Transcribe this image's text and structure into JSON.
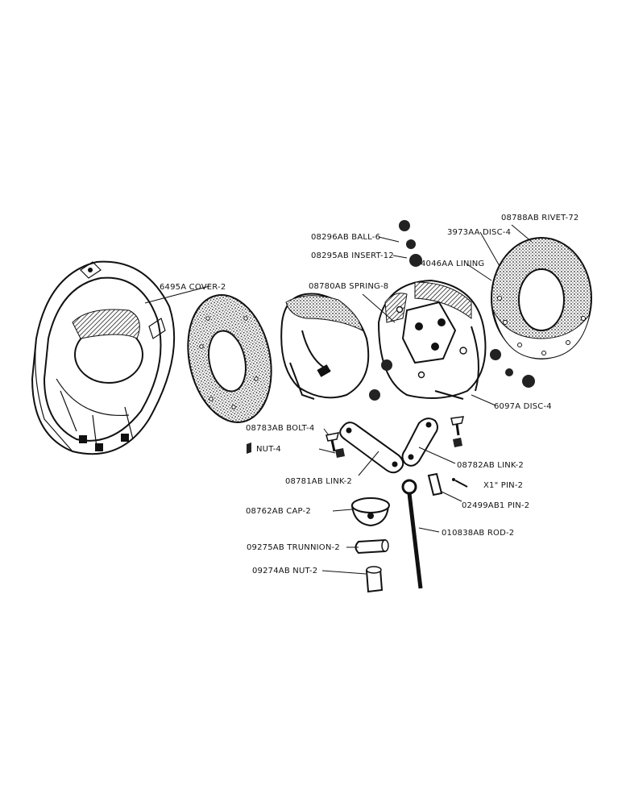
{
  "labels": {
    "cover": "6495A COVER-2",
    "ball": "08296AB BALL-6",
    "insert": "08295AB INSERT-12",
    "spring": "08780AB SPRING-8",
    "rivet": "08788AB RIVET-72",
    "disc_outer": "3973AA DISC-4",
    "lining": "4046AA LINING",
    "disc_inner": "6097A DISC-4",
    "bolt": "08783AB BOLT-4",
    "nut_small": "NUT-4",
    "link_left": "08781AB LINK-2",
    "link_right": "08782AB LINK-2",
    "pin_small": "X1\" PIN-2",
    "pin": "02499AB1 PIN-2",
    "cap": "08762AB CAP-2",
    "rod": "010838AB ROD-2",
    "trunnion": "09275AB TRUNNION-2",
    "nut": "09274AB NUT-2"
  },
  "colors": {
    "ink": "#111111",
    "paper": "#ffffff"
  }
}
